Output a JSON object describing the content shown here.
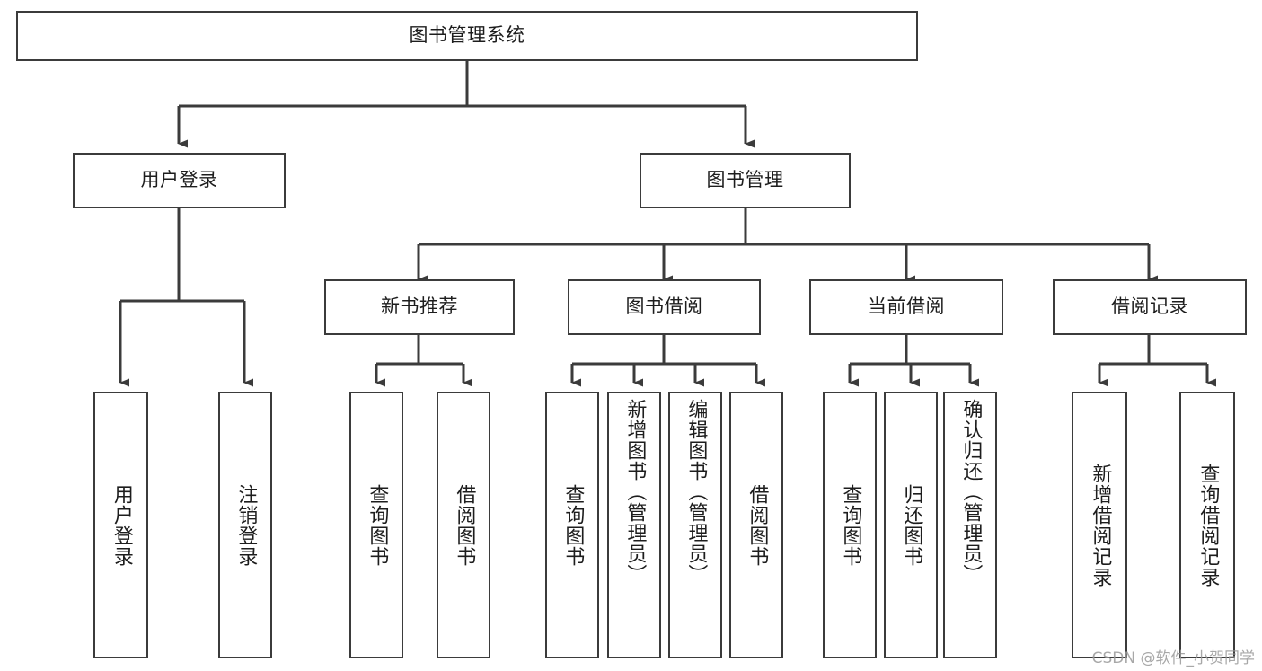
{
  "diagram": {
    "type": "tree",
    "title": "图书管理系统",
    "style": {
      "box_border_color": "#3b3b3b",
      "box_fill_color": "#ffffff",
      "line_color": "#3b3b3b",
      "text_color": "#1d1d1d",
      "background": "#ffffff"
    },
    "nodes": {
      "root": {
        "label": "图书管理系统"
      },
      "level1": [
        {
          "id": "user-login",
          "label": "用户登录"
        },
        {
          "id": "book-manage",
          "label": "图书管理"
        }
      ],
      "level2": [
        {
          "id": "new-book-recommend",
          "label": "新书推荐",
          "parent": "book-manage"
        },
        {
          "id": "book-borrow",
          "label": "图书借阅",
          "parent": "book-manage"
        },
        {
          "id": "current-borrow",
          "label": "当前借阅",
          "parent": "book-manage"
        },
        {
          "id": "borrow-record",
          "label": "借阅记录",
          "parent": "book-manage"
        }
      ],
      "leaves": {
        "user-login": [
          {
            "id": "leaf-user-login",
            "label": "用户登录"
          },
          {
            "id": "leaf-logout",
            "label": "注销登录"
          }
        ],
        "new-book-recommend": [
          {
            "id": "leaf-query-book-1",
            "label": "查询图书"
          },
          {
            "id": "leaf-borrow-book-1",
            "label": "借阅图书"
          }
        ],
        "book-borrow": [
          {
            "id": "leaf-query-book-2",
            "label": "查询图书"
          },
          {
            "id": "leaf-add-book",
            "label": "新增图书（管理员）"
          },
          {
            "id": "leaf-edit-book",
            "label": "编辑图书（管理员）"
          },
          {
            "id": "leaf-borrow-book-2",
            "label": "借阅图书"
          }
        ],
        "current-borrow": [
          {
            "id": "leaf-query-book-3",
            "label": "查询图书"
          },
          {
            "id": "leaf-return-book",
            "label": "归还图书"
          },
          {
            "id": "leaf-confirm-return",
            "label": "确认归还（管理员）"
          }
        ],
        "borrow-record": [
          {
            "id": "leaf-add-record",
            "label": "新增借阅记录"
          },
          {
            "id": "leaf-query-record",
            "label": "查询借阅记录"
          }
        ]
      }
    }
  },
  "watermark": {
    "text": "CSDN @软件_小贺同学"
  }
}
